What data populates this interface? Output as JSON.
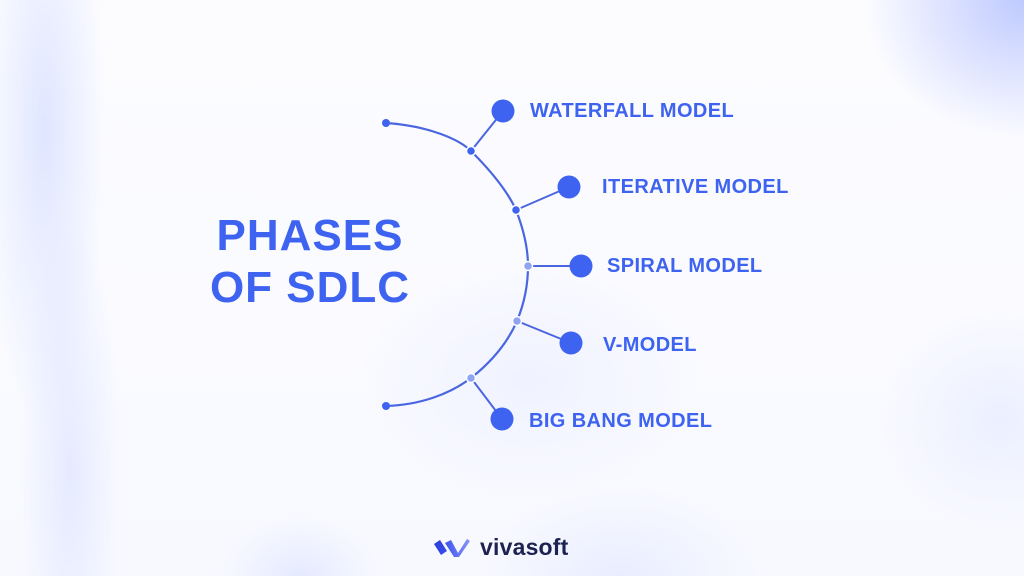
{
  "title": {
    "line1": "PHASES",
    "line2": "OF SDLC"
  },
  "models": [
    {
      "label": "WATERFALL MODEL"
    },
    {
      "label": "ITERATIVE MODEL"
    },
    {
      "label": "SPIRAL MODEL"
    },
    {
      "label": "V-MODEL"
    },
    {
      "label": "BIG BANG MODEL"
    }
  ],
  "brand": {
    "name": "vivasoft",
    "logo_icon": "vivasoft-logo-icon"
  },
  "colors": {
    "accent": "#3d63f0",
    "line": "#4a66e0",
    "node_light": "#8fa4f2",
    "logo_text": "#1d2350",
    "logo_dark": "#2a3bd6",
    "logo_light": "#6b7cf5"
  }
}
